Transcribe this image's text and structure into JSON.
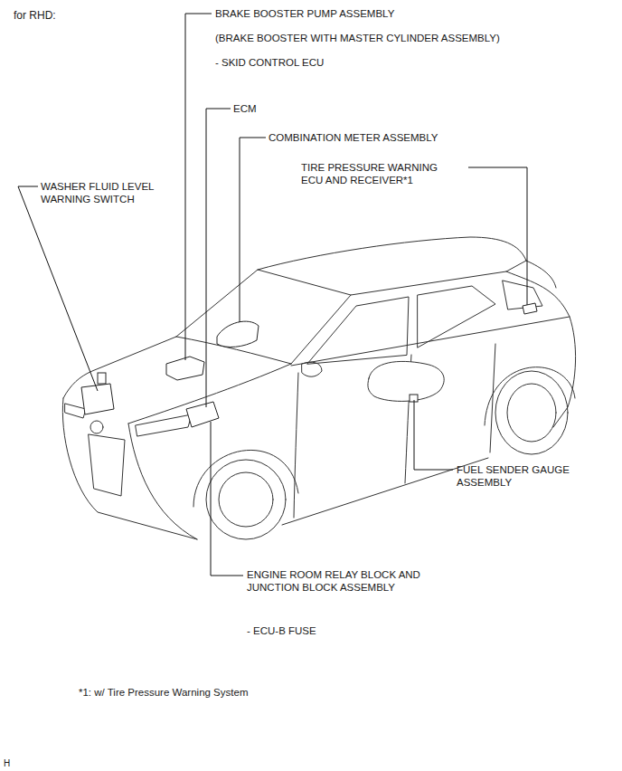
{
  "diagram": {
    "title": "for RHD:",
    "labels": [
      "BRAKE BOOSTER PUMP ASSEMBLY",
      "(BRAKE BOOSTER WITH MASTER CYLINDER ASSEMBLY)",
      "- SKID CONTROL ECU",
      "ECM",
      "COMBINATION METER ASSEMBLY",
      "TIRE PRESSURE WARNING ECU AND RECEIVER*1",
      "WASHER FLUID LEVEL WARNING SWITCH",
      "FUEL SENDER GAUGE ASSEMBLY",
      "ENGINE ROOM RELAY BLOCK AND JUNCTION BLOCK ASSEMBLY",
      "- ECU-B FUSE",
      "*1: w/ Tire Pressure Warning System",
      "H"
    ]
  }
}
